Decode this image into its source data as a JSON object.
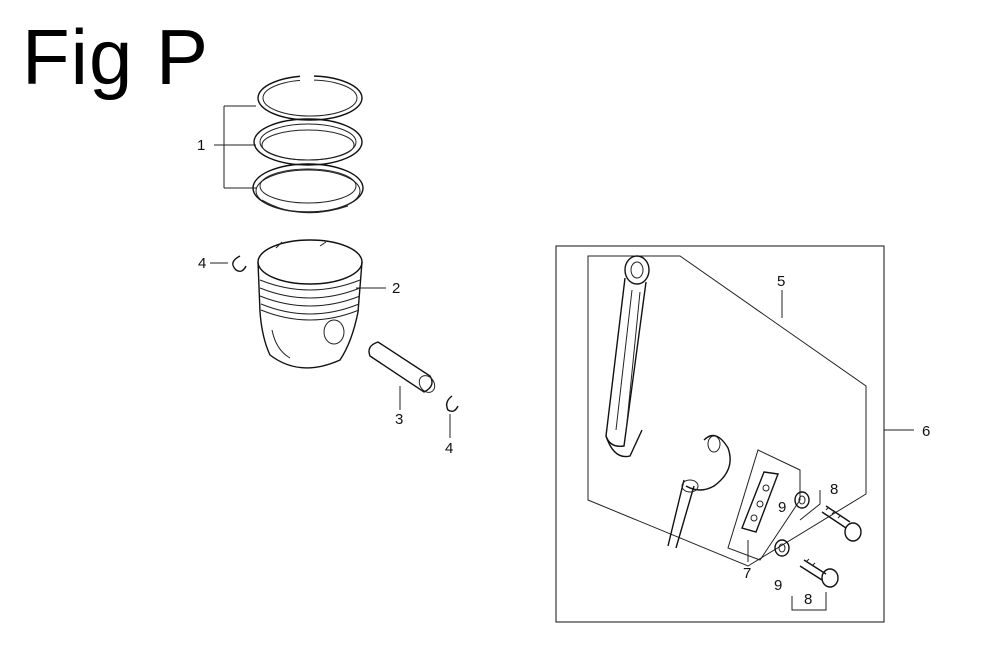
{
  "figure": {
    "title": "Fig P"
  },
  "callouts": {
    "rings": "1",
    "piston": "2",
    "pin": "3",
    "clip_left": "4",
    "clip_right": "4",
    "conrod": "5",
    "conrod_assembly": "6",
    "oil_plate": "7",
    "bolt_upper": "8",
    "bolt_lower": "8",
    "washer_upper": "9",
    "washer_lower": "9"
  },
  "colors": {
    "ink": "#111111",
    "background": "#ffffff"
  }
}
